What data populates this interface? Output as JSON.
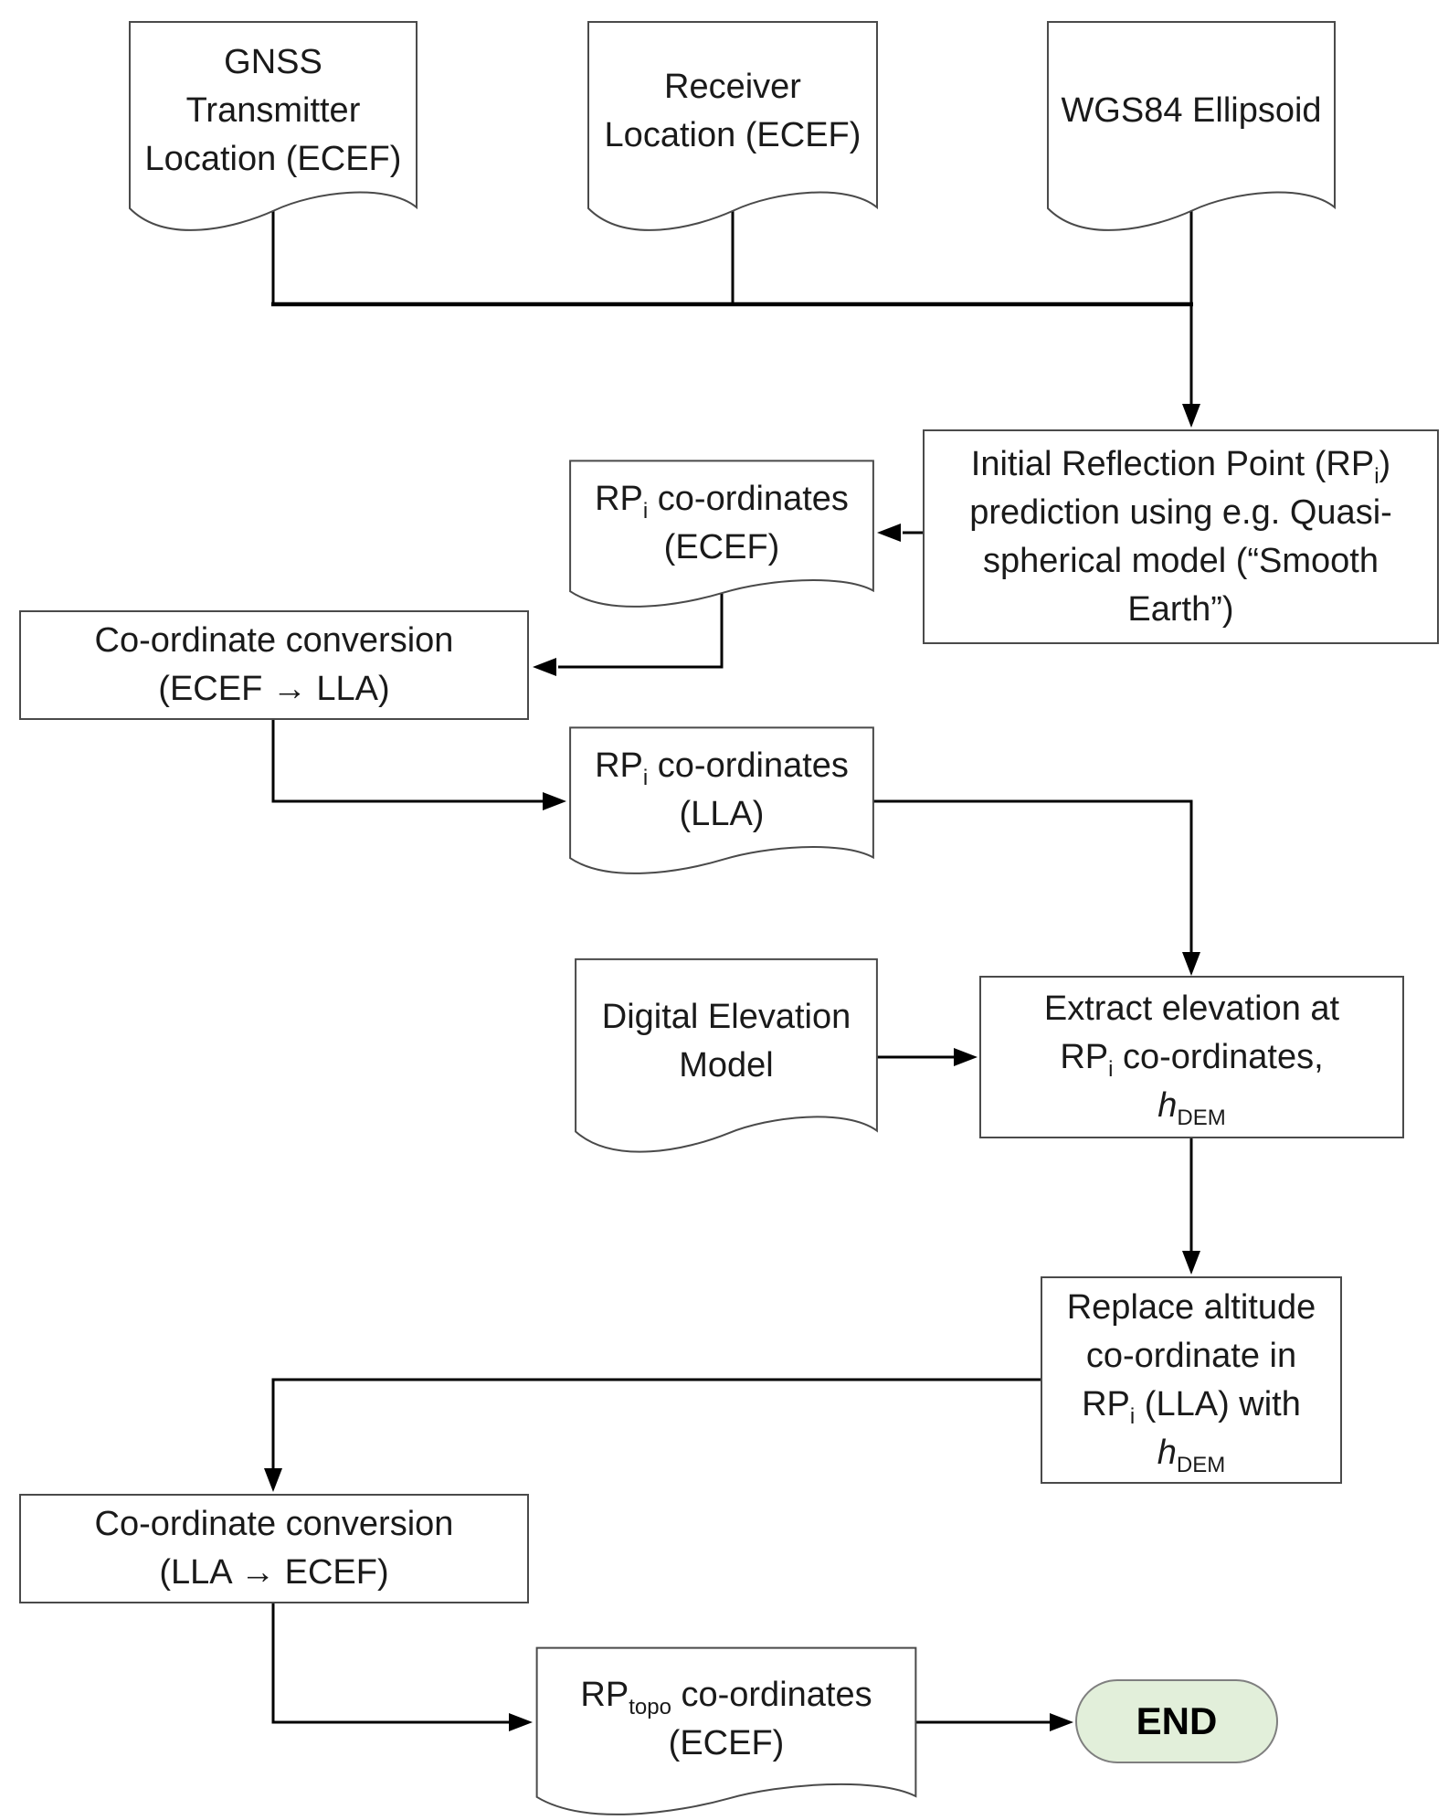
{
  "colors": {
    "shape_border": "#4a4a4a",
    "connector": "#000000",
    "end_fill": "#e2efda",
    "end_border": "#7f7f7f"
  },
  "shapes": {
    "gnss": {
      "lines": [
        "GNSS",
        "Transmitter",
        "Location (ECEF)"
      ]
    },
    "receiver": {
      "lines": [
        "Receiver",
        "Location (ECEF)"
      ]
    },
    "wgs84": {
      "lines": [
        "WGS84 Ellipsoid"
      ]
    },
    "initial": {
      "l1a": "Initial Reflection Point (RP",
      "l1sub": "i",
      "l1b": ")",
      "l2": "prediction using e.g. Quasi-",
      "l3": "spherical model (“Smooth",
      "l4": "Earth”)"
    },
    "rpi_ecef": {
      "pre": "RP",
      "sub": "i",
      "post": " co-ordinates",
      "line2": "(ECEF)"
    },
    "conv_ecef_lla": {
      "line1": "Co-ordinate conversion",
      "line2": "(ECEF → LLA)"
    },
    "rpi_lla": {
      "pre": "RP",
      "sub": "i",
      "post": " co-ordinates",
      "line2": "(LLA)"
    },
    "dem": {
      "line1": "Digital Elevation",
      "line2": "Model"
    },
    "extract": {
      "line1": "Extract elevation at",
      "l2a": "RP",
      "l2sub": "i",
      "l2b": " co-ordinates,",
      "h": "h",
      "hsub": "DEM"
    },
    "replace": {
      "line1": "Replace altitude",
      "line2": "co-ordinate in",
      "l3a": "RP",
      "l3sub": "i",
      "l3b": " (LLA) with",
      "h": "h",
      "hsub": "DEM"
    },
    "conv_lla_ecef": {
      "line1": "Co-ordinate conversion",
      "line2": "(LLA →  ECEF)"
    },
    "rptopo": {
      "pre": "RP",
      "sub": "topo",
      "post": " co-ordinates",
      "line2": "(ECEF)"
    },
    "end": {
      "label": "END"
    }
  }
}
